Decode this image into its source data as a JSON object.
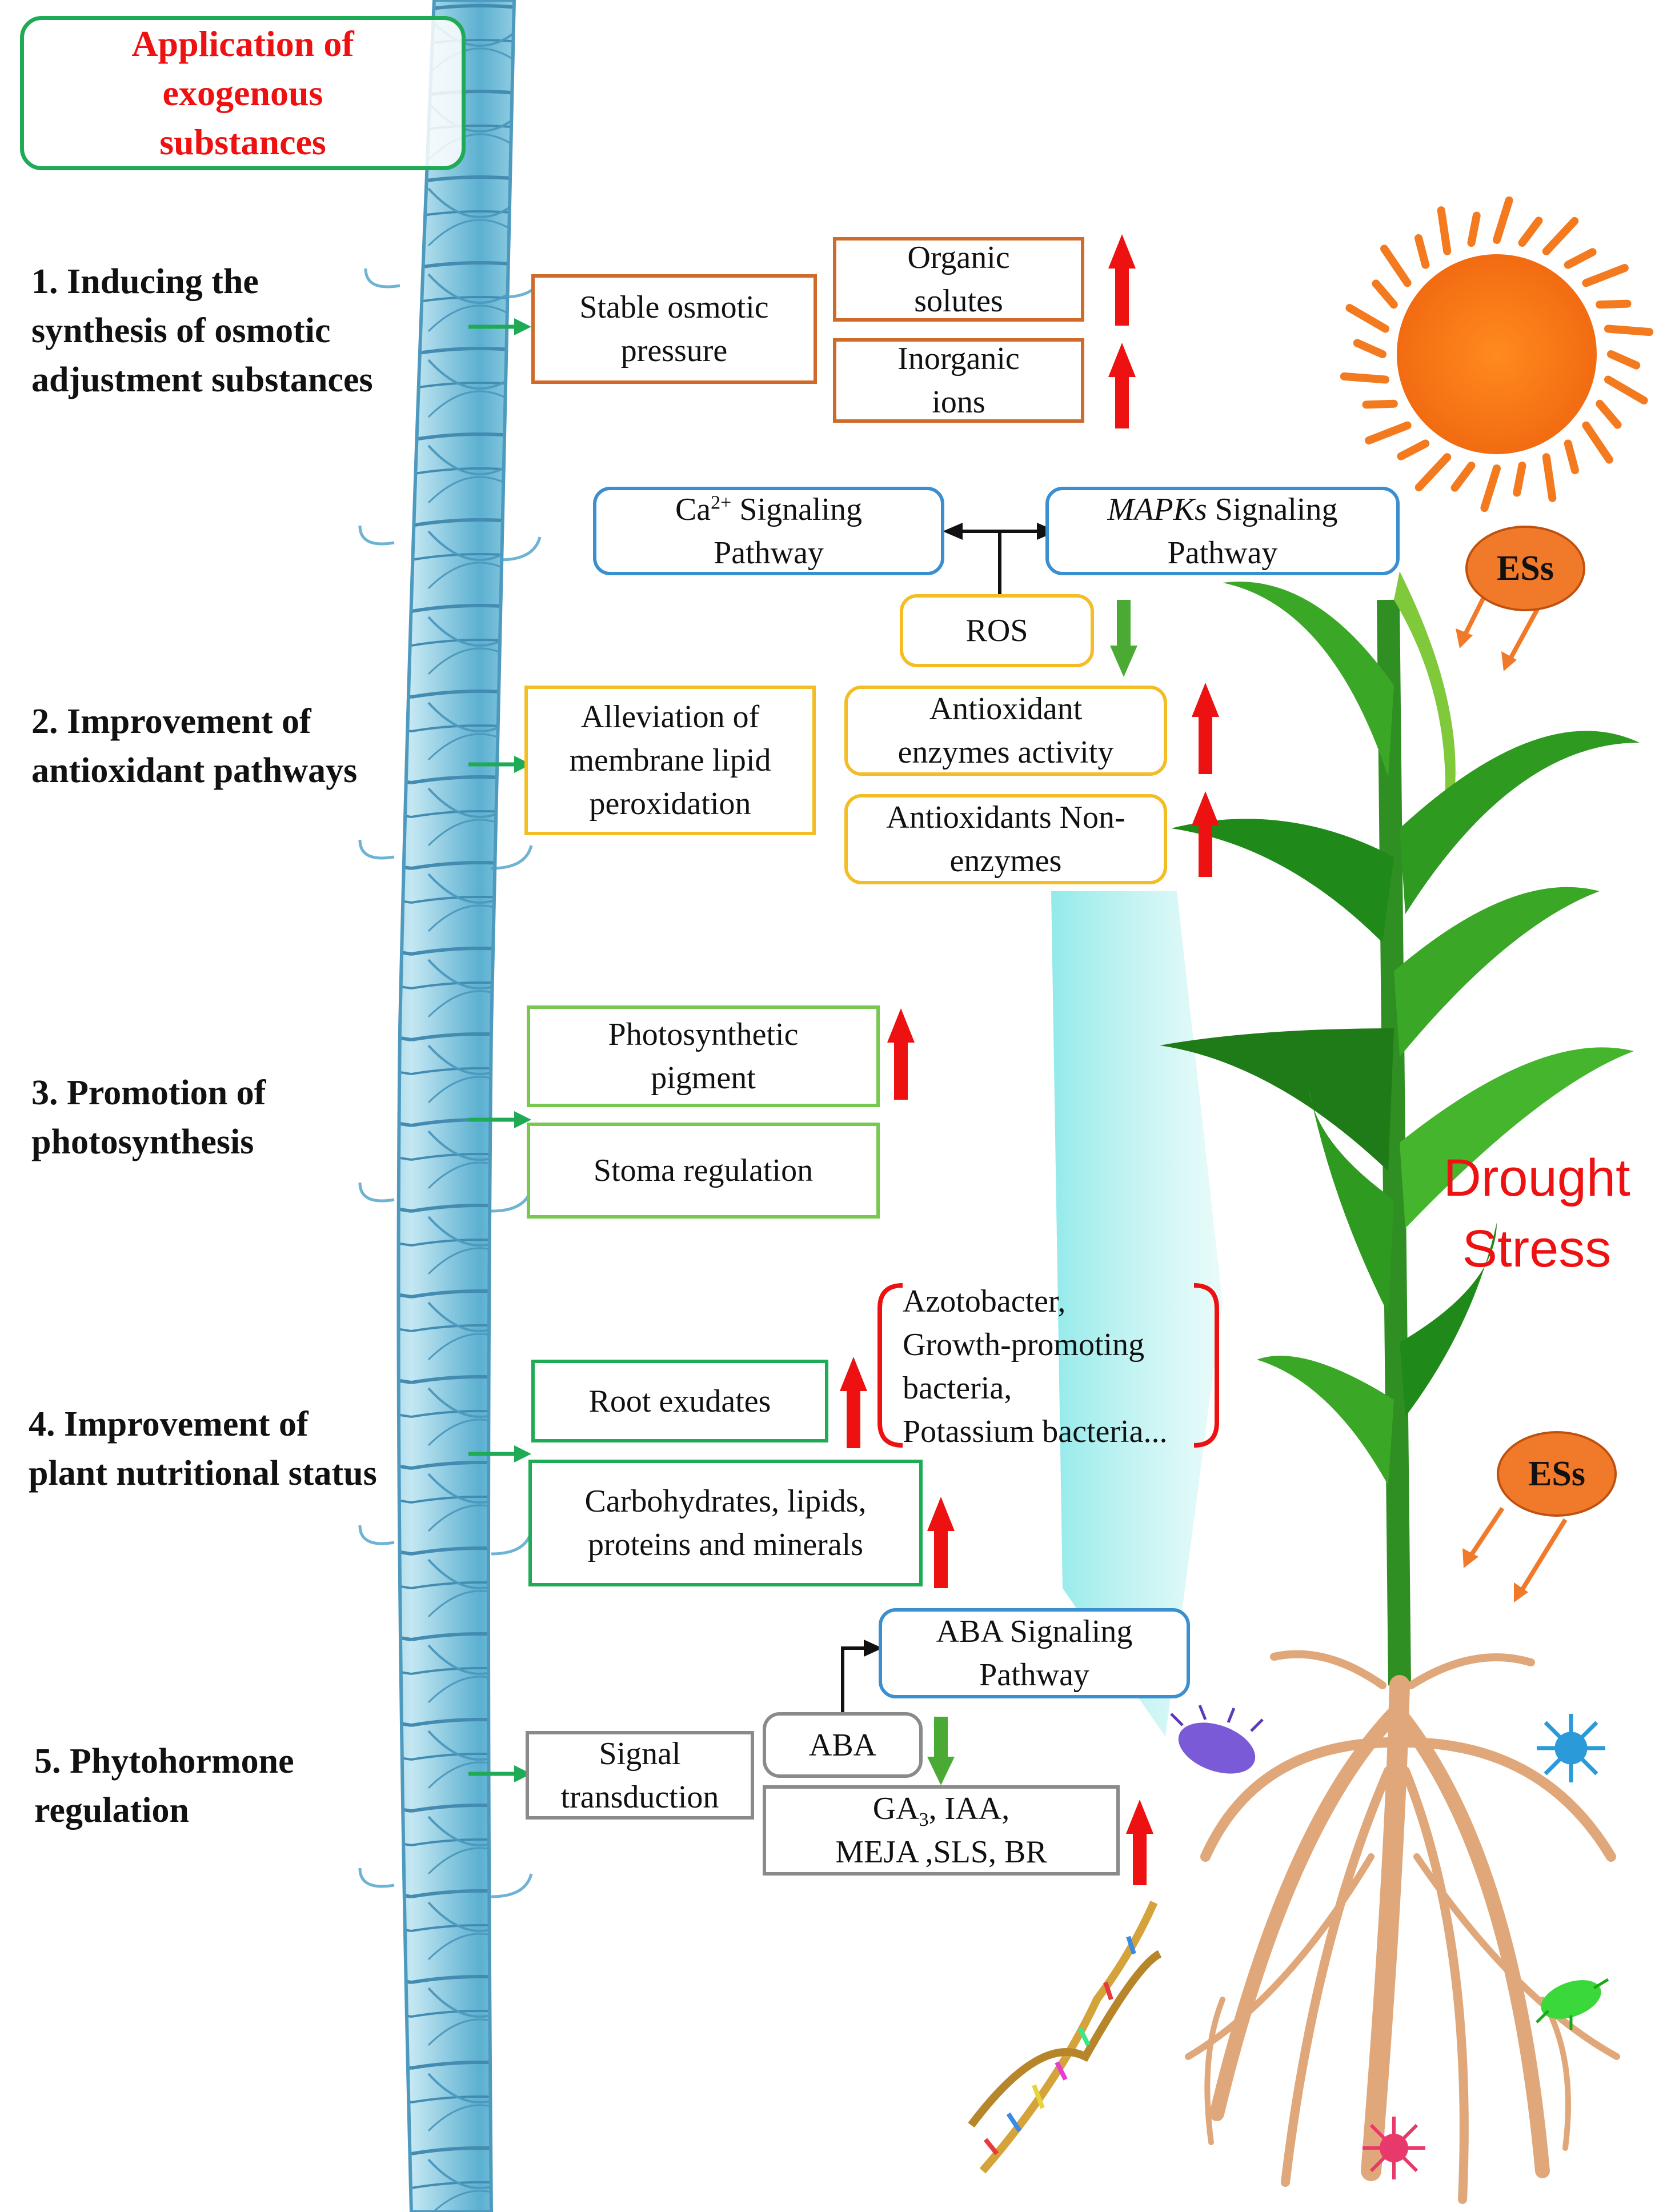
{
  "title": "Application of\nexogenous\nsubstances",
  "sections": [
    {
      "label": "1. Inducing the\nsynthesis of osmotic\nadjustment substances"
    },
    {
      "label": "2. Improvement of\nantioxidant pathways"
    },
    {
      "label": "3. Promotion of\nphotosynthesis"
    },
    {
      "label": "4. Improvement of\nplant nutritional status"
    },
    {
      "label": "5. Phytohormone\nregulation"
    }
  ],
  "osmotic": {
    "main": "Stable osmotic\npressure",
    "items": [
      "Organic\nsolutes",
      "Inorganic\nions"
    ]
  },
  "antioxidant": {
    "ca_pre": "Ca",
    "ca_sup": "2+",
    "ca_post": " Signaling\nPathway",
    "mapk_italic": "MAPKs",
    "mapk_rest": " Signaling\nPathway",
    "ros": "ROS",
    "main": "Alleviation of\nmembrane lipid\nperoxidation",
    "items": [
      "Antioxidant\nenzymes activity",
      "Antioxidants Non-\nenzymes"
    ]
  },
  "photosynthesis": {
    "items": [
      "Photosynthetic\npigment",
      "Stoma regulation"
    ]
  },
  "nutrition": {
    "root": "Root exudates",
    "carbs": "Carbohydrates, lipids,\nproteins and minerals",
    "bacteria": "Azotobacter,\nGrowth-promoting\nbacteria,\nPotassium bacteria..."
  },
  "phytohormone": {
    "signal": "Signal\ntransduction",
    "aba": "ABA",
    "aba_pathway": "ABA Signaling\nPathway",
    "hormones_pre": "GA",
    "hormones_sub": "3",
    "hormones_post": ", IAA,\nMEJA ,SLS, BR"
  },
  "drought_label": "Drought\nStress",
  "ess_label": "ESs",
  "colors": {
    "green_connector": "#1faa55",
    "up_arrow": "#ee1111",
    "down_arrow": "#4aaa33",
    "sun": "#f47a1f",
    "spine": "#5ab8d8"
  }
}
